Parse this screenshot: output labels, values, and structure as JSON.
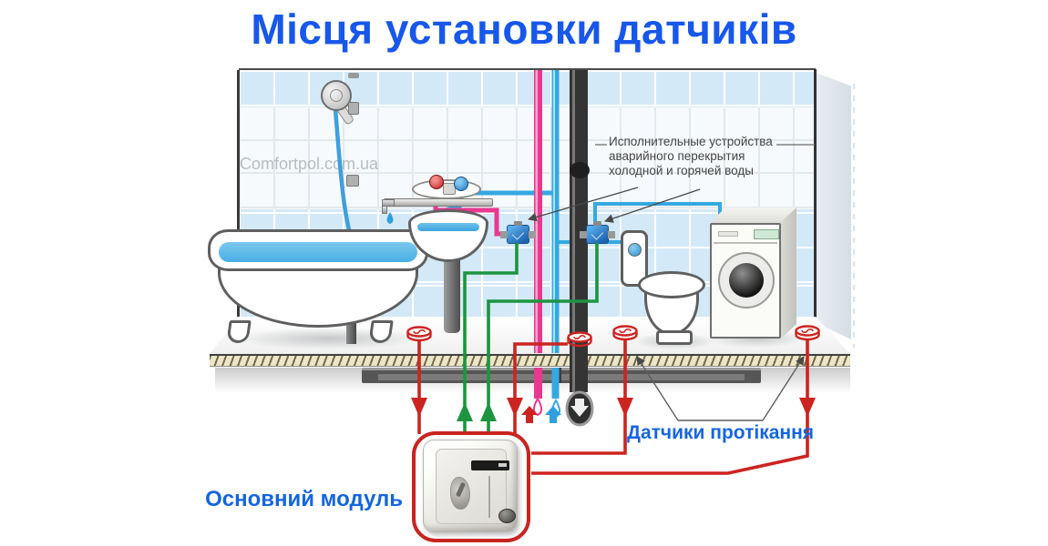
{
  "title": "Місця установки датчиків",
  "watermark": "Comfortpol.com.ua",
  "annotation": {
    "lines": [
      "Исполнительные устройства",
      "аварийного перекрытия",
      "холодной и горячей воды"
    ]
  },
  "labels": {
    "main_module": "Основний модуль",
    "leak_sensors": "Датчики протікання"
  },
  "diagram": {
    "leak_sensor_count": 4,
    "shutoff_valve_count": 2,
    "fixtures": [
      "shower",
      "bathtub",
      "pedestal-sink",
      "toilet",
      "washing-machine"
    ],
    "pipes": [
      "hot-water",
      "cold-water",
      "sewer"
    ]
  },
  "colors": {
    "title_blue": "#1757ea",
    "label_blue": "#1465dd",
    "hot_water_pipe": "#e8388f",
    "cold_water_pipe": "#35a8e0",
    "sewer_pipe": "#343434",
    "sensor_wire_red": "#cc2421",
    "valve_wire_green": "#1d9440",
    "tile_blue": "#d3e9f7"
  }
}
